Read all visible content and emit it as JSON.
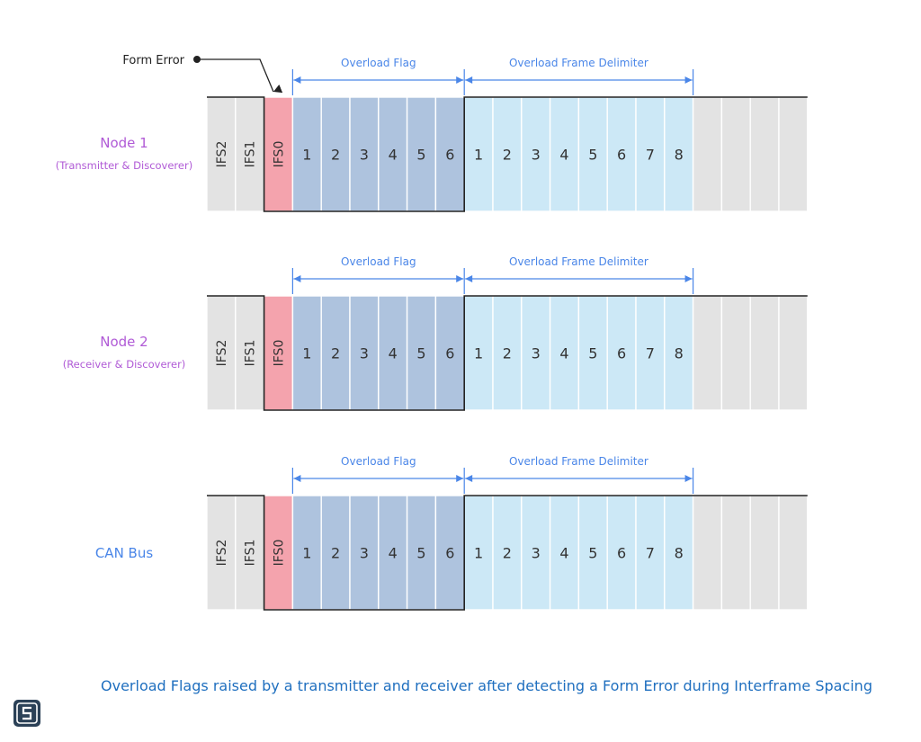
{
  "error_label": "Form Error",
  "rows": [
    {
      "title": "Node 1",
      "subtitle": "(Transmitter & Discoverer)",
      "title_color": "#b05ad6",
      "ifs_labels": [
        "IFS2",
        "IFS1",
        "IFS0"
      ],
      "flag_label": "Overload Flag",
      "flag_bits": [
        "1",
        "2",
        "3",
        "4",
        "5",
        "6"
      ],
      "delimiter_label": "Overload Frame Delimiter",
      "delimiter_bits": [
        "1",
        "2",
        "3",
        "4",
        "5",
        "6",
        "7",
        "8"
      ]
    },
    {
      "title": "Node 2",
      "subtitle": "(Receiver & Discoverer)",
      "title_color": "#b05ad6",
      "ifs_labels": [
        "IFS2",
        "IFS1",
        "IFS0"
      ],
      "flag_label": "Overload Flag",
      "flag_bits": [
        "1",
        "2",
        "3",
        "4",
        "5",
        "6"
      ],
      "delimiter_label": "Overload Frame Delimiter",
      "delimiter_bits": [
        "1",
        "2",
        "3",
        "4",
        "5",
        "6",
        "7",
        "8"
      ]
    },
    {
      "title": "CAN Bus",
      "subtitle": "",
      "title_color": "#4a86e8",
      "ifs_labels": [
        "IFS2",
        "IFS1",
        "IFS0"
      ],
      "flag_label": "Overload Flag",
      "flag_bits": [
        "1",
        "2",
        "3",
        "4",
        "5",
        "6"
      ],
      "delimiter_label": "Overload Frame Delimiter",
      "delimiter_bits": [
        "1",
        "2",
        "3",
        "4",
        "5",
        "6",
        "7",
        "8"
      ]
    }
  ],
  "colors": {
    "ifs": "#e3e3e3",
    "ifs0": "#f4a3ad",
    "flag": "#aec3de",
    "delimiter": "#cce8f6",
    "trailing": "#e3e3e3",
    "arrow": "#4a86e8",
    "line": "#222222"
  },
  "caption": "Overload Flags raised by a transmitter and receiver after detecting a Form Error during Interframe Spacing",
  "logo_icon": "cse-logo-icon"
}
